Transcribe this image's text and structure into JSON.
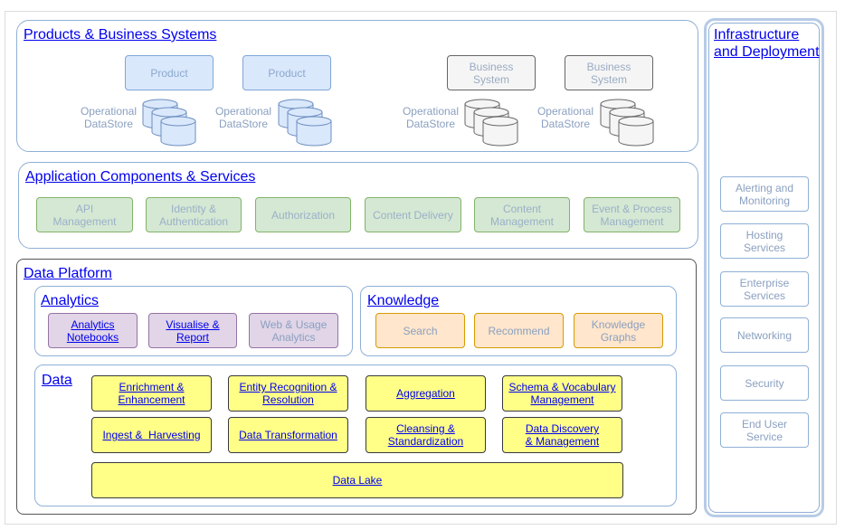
{
  "products_section": {
    "title": "Products & Business Systems",
    "product_1": "Product",
    "product_2": "Product",
    "business_system_1": "Business System",
    "business_system_2": "Business System",
    "ods_1": "Operational\nDataStore",
    "ods_2": "Operational\nDataStore",
    "ods_3": "Operational\nDataStore",
    "ods_4": "Operational\nDataStore"
  },
  "app_section": {
    "title": "Application Components & Services",
    "items": [
      "API\nManagement",
      "Identity &\nAuthentication",
      "Authorization",
      "Content Delivery",
      "Content\nManagement",
      "Event & Process\nManagement"
    ]
  },
  "data_platform": {
    "title": "Data Platform",
    "analytics": {
      "title": "Analytics",
      "items": [
        "Analytics\nNotebooks",
        "Visualise &\nReport",
        "Web & Usage\nAnalytics"
      ]
    },
    "knowledge": {
      "title": "Knowledge",
      "items": [
        "Search",
        "Recommend",
        "Knowledge\nGraphs"
      ]
    },
    "data": {
      "title": "Data",
      "items": [
        "Enrichment &\nEnhancement",
        "Entity Recognition &\nResolution",
        "Aggregation",
        "Schema & Vocabulary\nManagement",
        "Ingest &  Harvesting",
        "Data Transformation",
        "Cleansing &\nStandardization",
        "Data Discovery\n& Management"
      ],
      "data_lake": "Data Lake"
    }
  },
  "infra_section": {
    "title": "Infrastructure\nand Deployment",
    "items": [
      "Alerting and\nMonitoring",
      "Hosting\nServices",
      "Enterprise\nServices",
      "Networking",
      "Security",
      "End User Service"
    ]
  },
  "colors": {
    "link": "#0000ee",
    "product_fill": "#dae8fc",
    "green_fill": "#d5e8d4",
    "purple_fill": "#e1d5e7",
    "orange_fill": "#ffe6cc",
    "yellow_fill": "#ffff88",
    "panel_border": "#8fb0d6"
  }
}
